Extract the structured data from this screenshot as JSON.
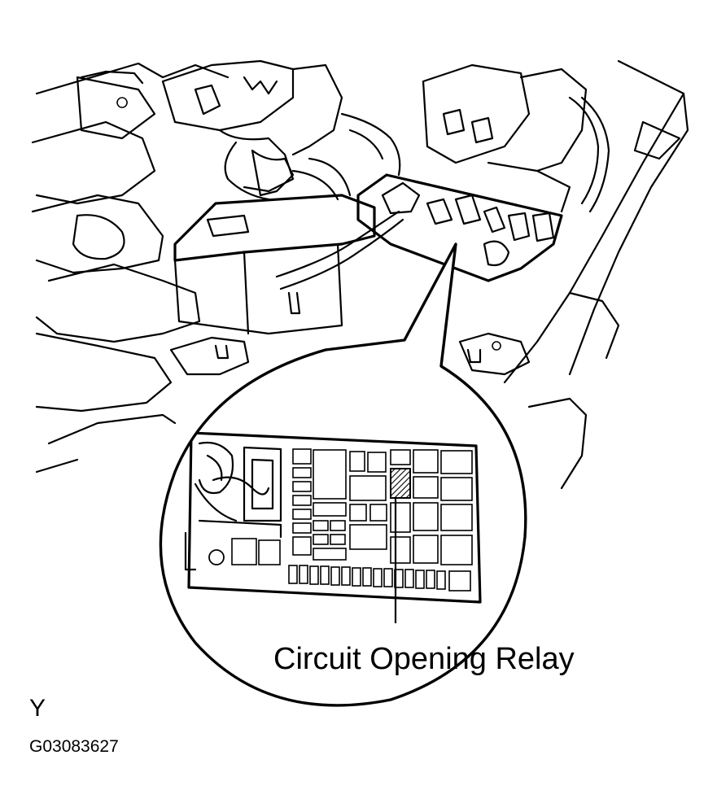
{
  "diagram": {
    "callout_label": "Circuit Opening Relay",
    "view_letter": "Y",
    "figure_code": "G03083627"
  },
  "colors": {
    "line": "#000000",
    "background": "#ffffff"
  }
}
